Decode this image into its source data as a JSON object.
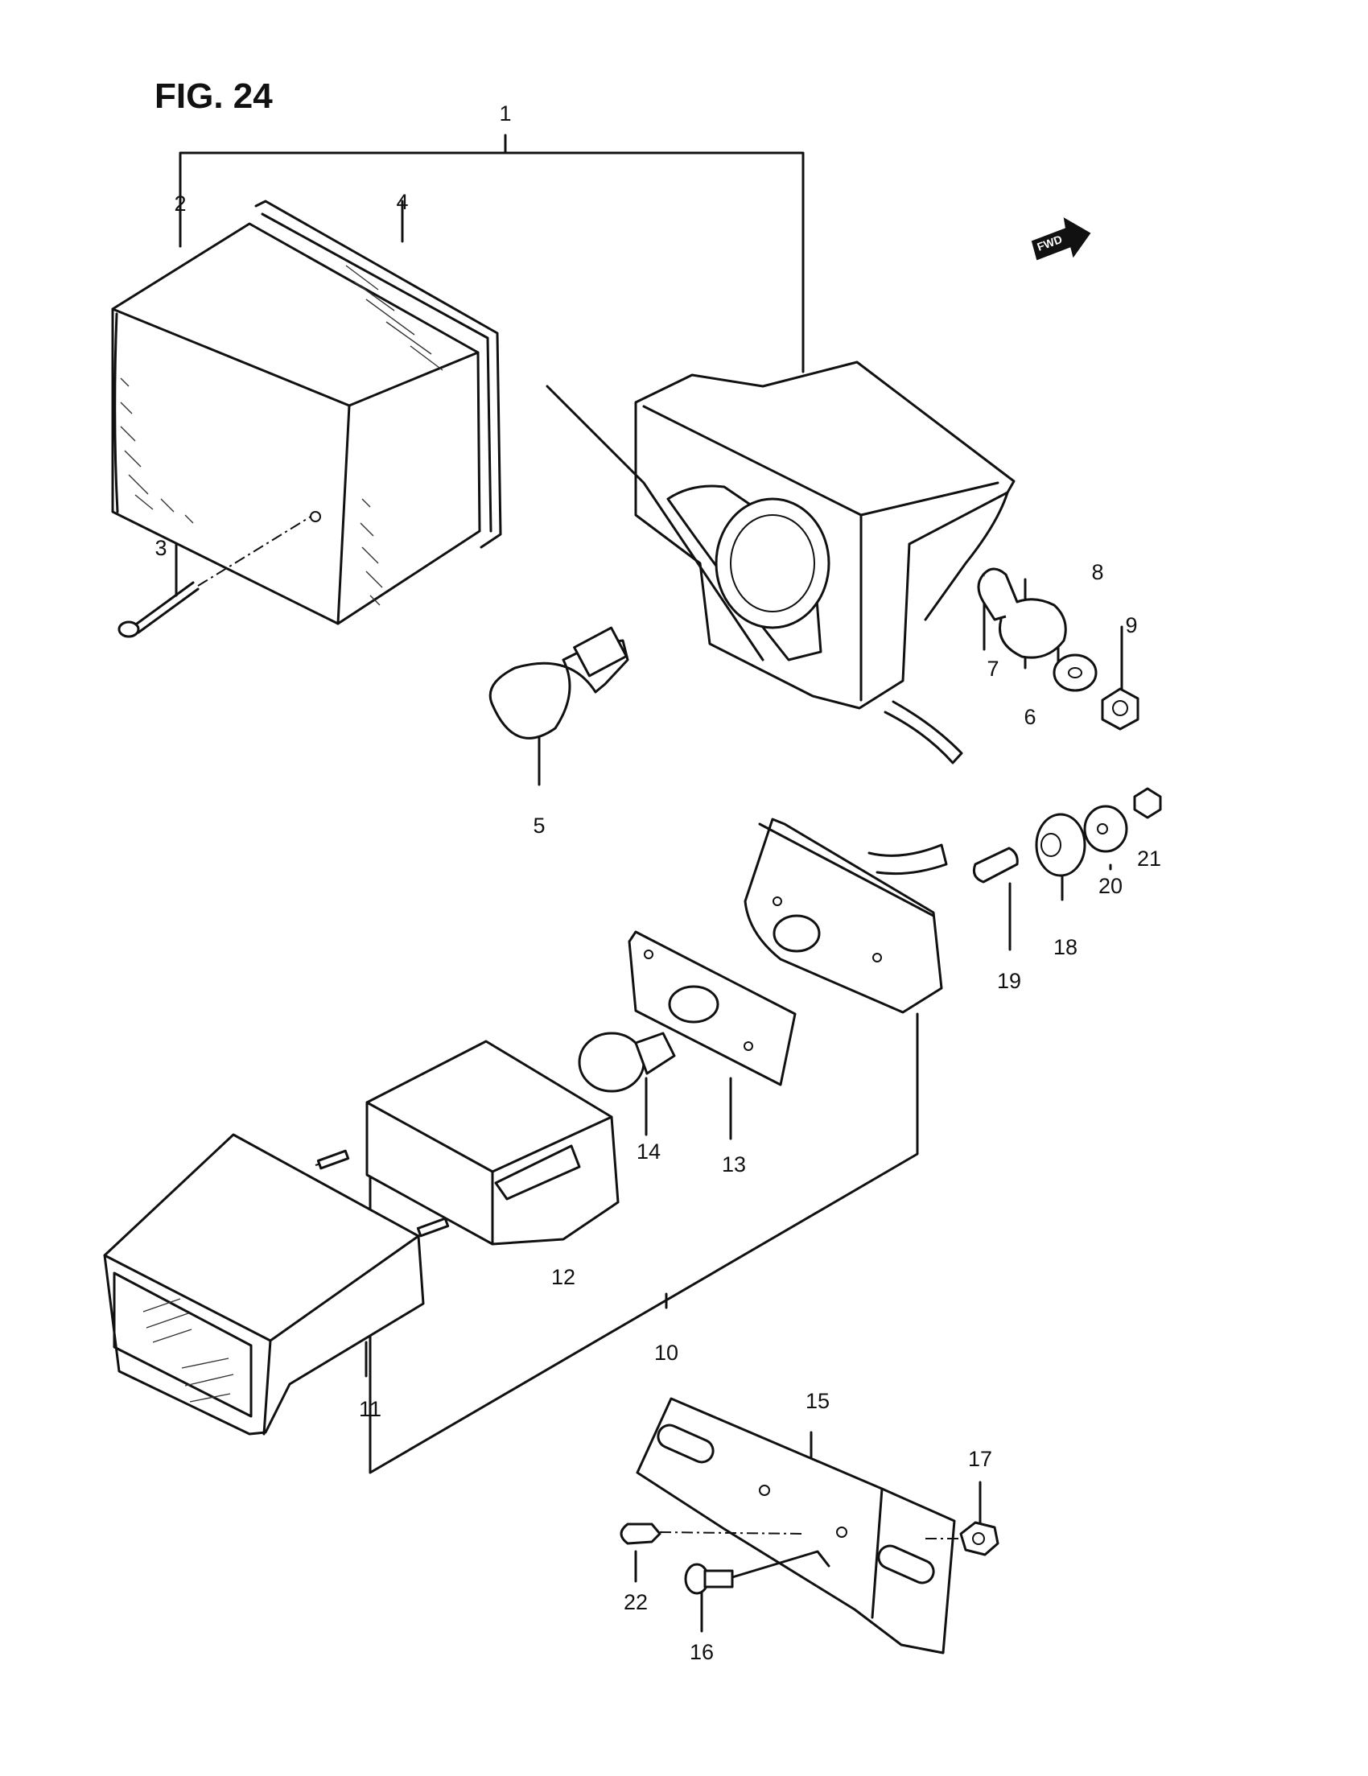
{
  "figure": {
    "title": "FIG. 24"
  },
  "direction_marker": {
    "label": "FWD"
  },
  "callouts": [
    "1",
    "2",
    "3",
    "4",
    "5",
    "6",
    "7",
    "8",
    "9",
    "10",
    "11",
    "12",
    "13",
    "14",
    "15",
    "16",
    "17",
    "18",
    "19",
    "20",
    "21",
    "22"
  ]
}
